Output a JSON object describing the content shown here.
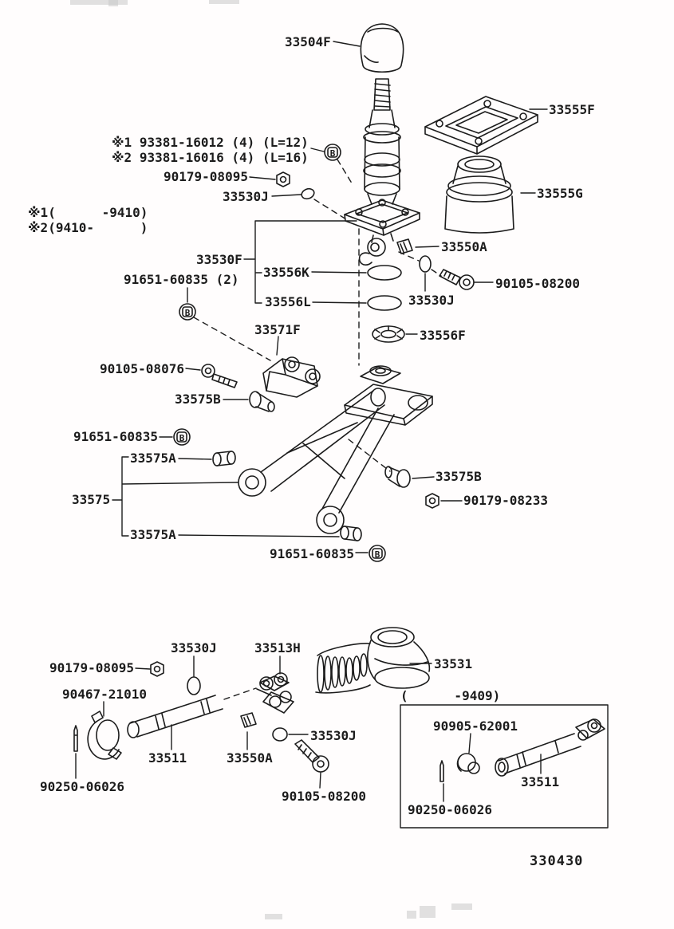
{
  "figure": {
    "number": "330430"
  },
  "fastener_symbol": "B",
  "notes": {
    "screw_note_1": "※1 93381-16012 (4) (L=12)",
    "screw_note_2": "※2 93381-16016 (4) (L=16)",
    "applicability_1": "※1(      -9410)",
    "applicability_2": "※2(9410-      )",
    "inset_range": "(      -9409)"
  },
  "callouts": {
    "knob_33504F": "33504F",
    "plate_33555F": "33555F",
    "boot_33555G": "33555G",
    "nut_90179_08095_top": "90179-08095",
    "oring_33530J_top": "33530J",
    "bush_33550A_top": "33550A",
    "rod_33530F": "33530F",
    "bolt_91651_60835_2": "91651-60835 (2)",
    "oring_33556K": "33556K",
    "bolt_90105_08200_top": "90105-08200",
    "oring_33530J_mid": "33530J",
    "oring_33556L": "33556L",
    "bracket_33571F": "33571F",
    "washer_33556F": "33556F",
    "bolt_90105_08076": "90105-08076",
    "cushion_33575B_left": "33575B",
    "bolt_91651_60835_left": "91651-60835",
    "bush_33575A_top": "33575A",
    "support_33575": "33575",
    "cushion_33575B_right": "33575B",
    "nut_90179_08233": "90179-08233",
    "bush_33575A_bottom": "33575A",
    "bolt_91651_60835_bottom": "91651-60835",
    "oring_33530J_bottom_left": "33530J",
    "joint_33513H": "33513H",
    "boot_33531": "33531",
    "nut_90179_08095_bottom": "90179-08095",
    "clamp_90467_21010": "90467-21010",
    "rod_33511_main": "33511",
    "bush_33550A_bottom": "33550A",
    "oring_33530J_bottom_right": "33530J",
    "pin_90250_06026_left": "90250-06026",
    "bolt_90105_08200_bottom": "90105-08200",
    "spider_90905_62001": "90905-62001",
    "rod_33511_inset": "33511",
    "pin_90250_06026_inset": "90250-06026"
  }
}
